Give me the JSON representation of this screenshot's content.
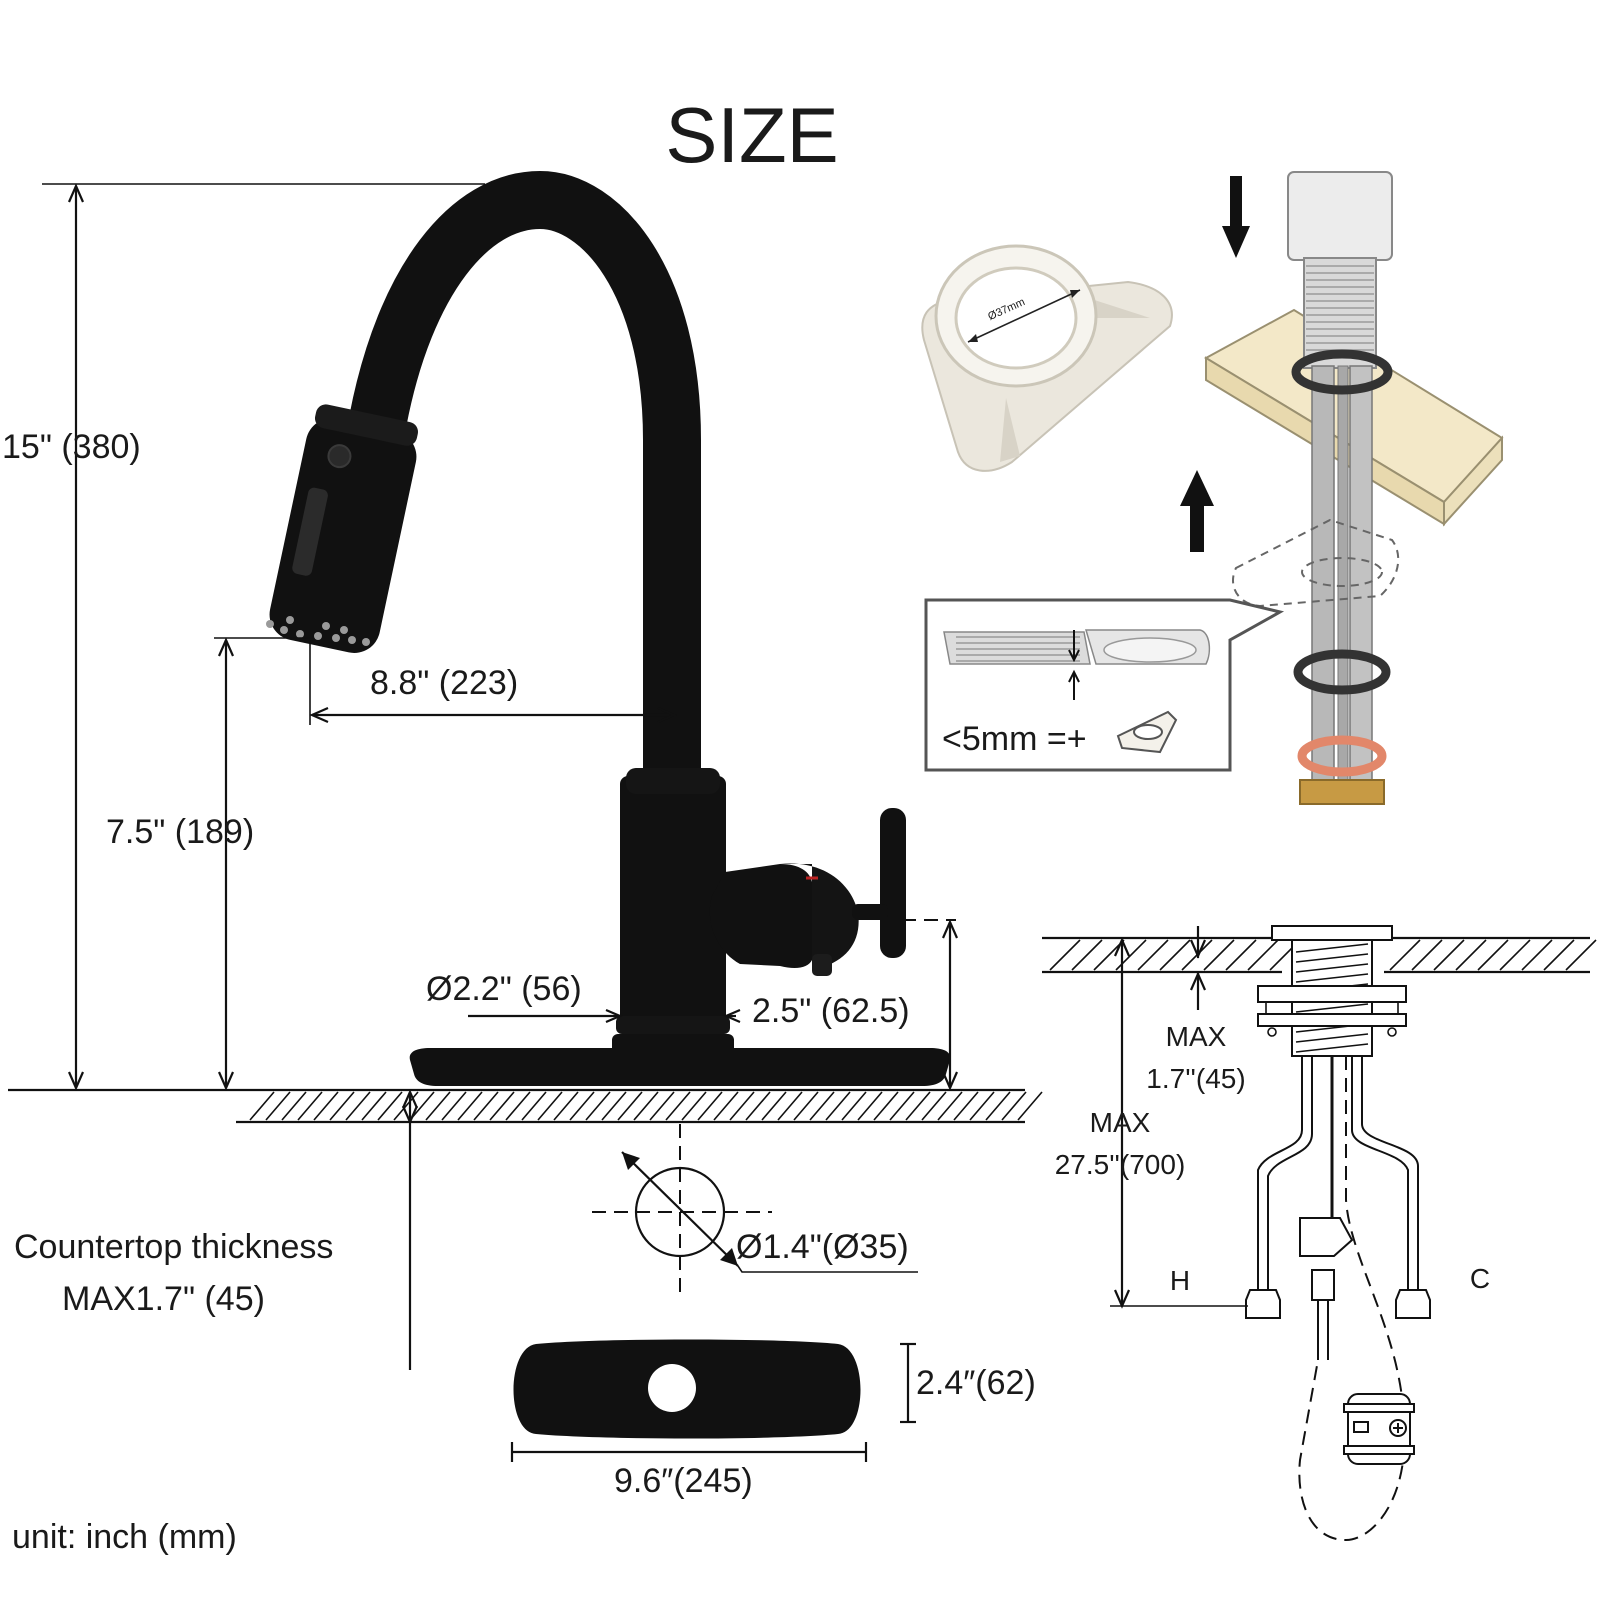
{
  "title": "SIZE",
  "dimensions": {
    "total_height": "15\" (380)",
    "spout_reach": "8.8\" (223)",
    "spout_height": "7.5\" (189)",
    "base_diameter": "Ø2.2\" (56)",
    "handle_height": "2.5\" (62.5)",
    "countertop_line1": "Countertop thickness",
    "countertop_line2": "MAX1.7\" (45)",
    "hole_diameter": "Ø1.4\"(Ø35)",
    "plate_height": "2.4″(62)",
    "plate_width": "9.6″(245)"
  },
  "unit_note": "unit: inch (mm)",
  "install_inset": {
    "ring_diameter": "Ø37mm",
    "thin_sink_note": "<5mm =+"
  },
  "under_sink": {
    "max_label_a": "MAX",
    "max_value_a": "1.7''(45)",
    "max_label_b": "MAX",
    "max_value_b": "27.5''(700)",
    "hot_label": "H",
    "cold_label": "C"
  },
  "colors": {
    "faucet": "#111111",
    "ring_white": "#efece4",
    "counter_tan": "#f3e8c8",
    "oring_copper": "#e2876a",
    "brass": "#c79a44"
  }
}
